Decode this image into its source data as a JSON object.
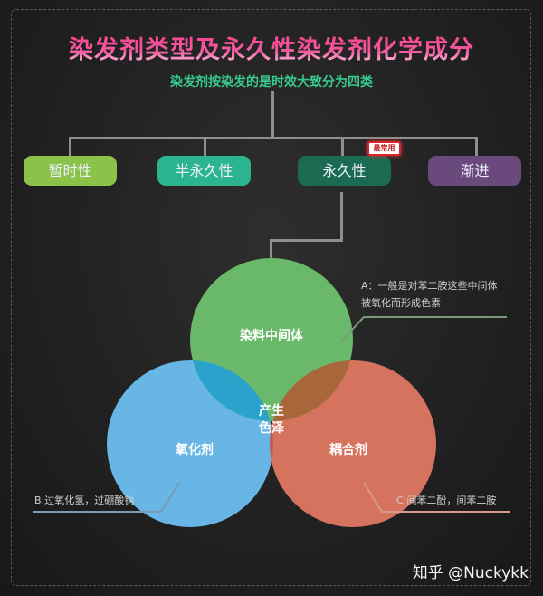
{
  "title": "染发剂类型及永久性染发剂化学成分",
  "subtitle": "染发剂按染发的是时效大致分为四类",
  "categories": [
    {
      "label": "暂时性",
      "color": "#8bc34a"
    },
    {
      "label": "半永久性",
      "color": "#2bb58e"
    },
    {
      "label": "永久性",
      "color": "#1b6b52"
    },
    {
      "label": "渐进",
      "color": "#6a4a7c"
    }
  ],
  "badge": "最常用",
  "venn": {
    "top": {
      "label": "染料中间体",
      "color": "#6ab96a"
    },
    "left": {
      "label": "氧化剂",
      "color": "#68b6e6"
    },
    "right": {
      "label": "耦合剂",
      "color": "#d6735e"
    },
    "center": {
      "label_line1": "产生",
      "label_line2": "色泽",
      "color": "#e2b62a"
    }
  },
  "notes": {
    "a_line1": "A：一般是对苯二胺这些中间体",
    "a_line2": "被氧化而形成色素",
    "b": "B:过氧化氢，过硼酸钠",
    "c": "C:间苯二酚，间苯二胺"
  },
  "watermark": "知乎 @Nuckykk"
}
